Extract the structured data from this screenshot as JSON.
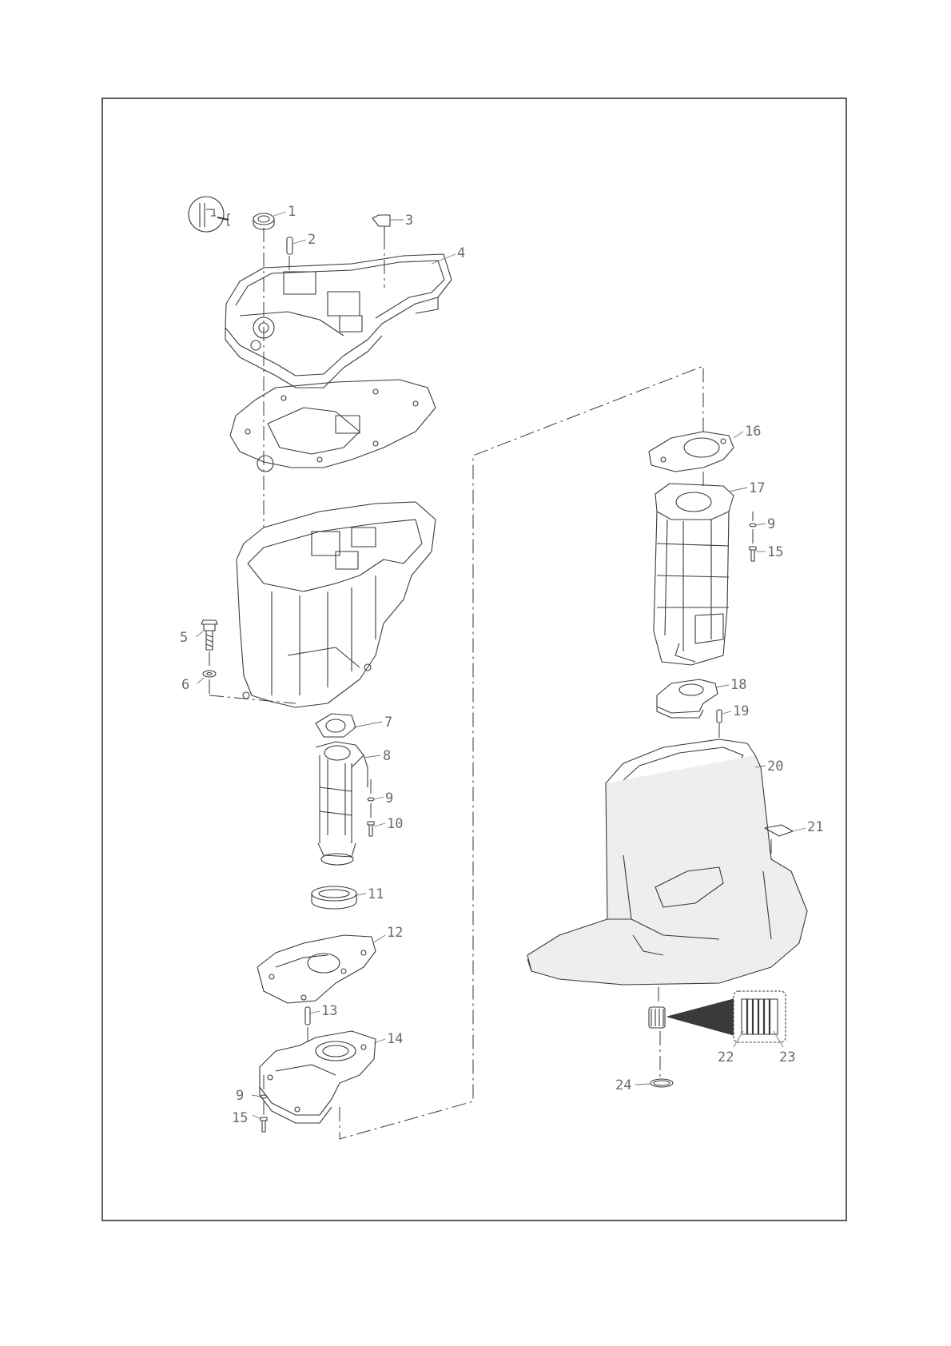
{
  "drawing": {
    "stroke_color": "#3a3a3a",
    "callout_color": "#777777",
    "label_color": "#6a6a6a",
    "hull_fill": "#eeeeee"
  },
  "callouts": [
    {
      "id": "1",
      "text": "1"
    },
    {
      "id": "2",
      "text": "2"
    },
    {
      "id": "3",
      "text": "3"
    },
    {
      "id": "4",
      "text": "4"
    },
    {
      "id": "5",
      "text": "5"
    },
    {
      "id": "6",
      "text": "6"
    },
    {
      "id": "7",
      "text": "7"
    },
    {
      "id": "8",
      "text": "8"
    },
    {
      "id": "9a",
      "text": "9"
    },
    {
      "id": "10",
      "text": "10"
    },
    {
      "id": "11",
      "text": "11"
    },
    {
      "id": "12",
      "text": "12"
    },
    {
      "id": "13",
      "text": "13"
    },
    {
      "id": "14",
      "text": "14"
    },
    {
      "id": "9b",
      "text": "9"
    },
    {
      "id": "15a",
      "text": "15"
    },
    {
      "id": "16",
      "text": "16"
    },
    {
      "id": "17",
      "text": "17"
    },
    {
      "id": "9c",
      "text": "9"
    },
    {
      "id": "15b",
      "text": "15"
    },
    {
      "id": "18",
      "text": "18"
    },
    {
      "id": "19",
      "text": "19"
    },
    {
      "id": "20",
      "text": "20"
    },
    {
      "id": "21",
      "text": "21"
    },
    {
      "id": "22",
      "text": "22"
    },
    {
      "id": "23",
      "text": "23"
    },
    {
      "id": "24",
      "text": "24"
    }
  ]
}
